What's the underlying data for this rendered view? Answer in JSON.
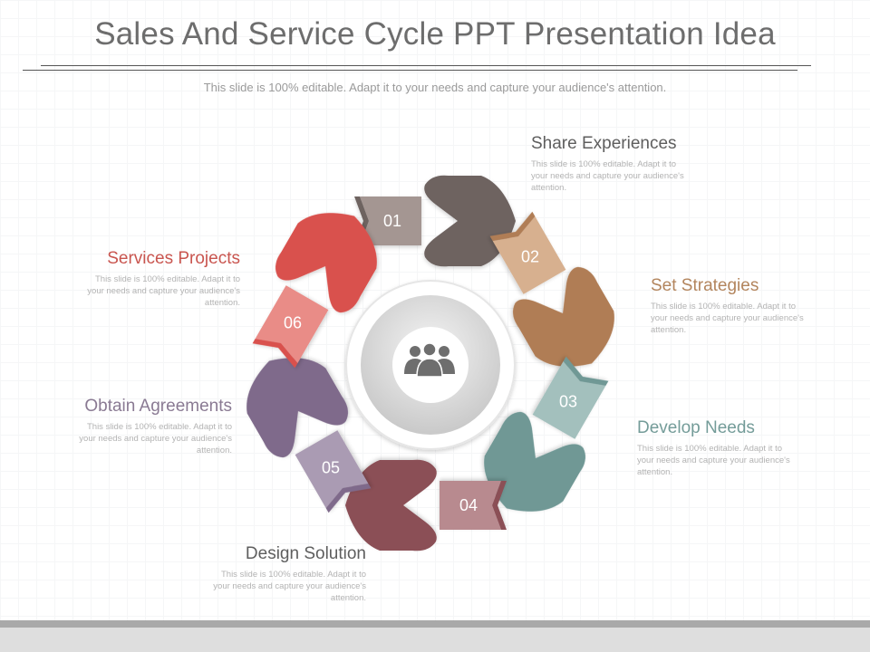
{
  "title": "Sales And Service Cycle PPT Presentation Idea",
  "subtitle": "This slide is 100% editable. Adapt it to your needs and capture your audience's attention.",
  "center_icon": "people-group-icon",
  "steps": [
    {
      "number": "01",
      "label": "Share Experiences",
      "description": "This slide is 100% editable. Adapt it to your needs and capture your audience's attention.",
      "color": "#6e6361",
      "tail_color": "#a49692",
      "label_color": "#5e5e5e"
    },
    {
      "number": "02",
      "label": "Set Strategies",
      "description": "This slide is 100% editable. Adapt it to your needs and capture your audience's attention.",
      "color": "#b07d55",
      "tail_color": "#d7b08f",
      "label_color": "#b3855d"
    },
    {
      "number": "03",
      "label": "Develop Needs",
      "description": "This slide is 100% editable. Adapt it to your needs and capture your audience's attention.",
      "color": "#6f9895",
      "tail_color": "#a3c0bd",
      "label_color": "#749c99"
    },
    {
      "number": "04",
      "label": "Design Solution",
      "description": "This slide is 100% editable. Adapt it to your needs and capture your audience's attention.",
      "color": "#8b4f56",
      "tail_color": "#b88a8f",
      "label_color": "#5e5e5e"
    },
    {
      "number": "05",
      "label": "Obtain Agreements",
      "description": "This slide is 100% editable. Adapt it to your needs and capture your audience's attention.",
      "color": "#7f6b8b",
      "tail_color": "#aa9bb3",
      "label_color": "#8a7a93"
    },
    {
      "number": "06",
      "label": "Services Projects",
      "description": "This slide is 100% editable. Adapt it to your needs and capture your audience's attention.",
      "color": "#d9514d",
      "tail_color": "#e98c87",
      "label_color": "#c9554f"
    }
  ]
}
